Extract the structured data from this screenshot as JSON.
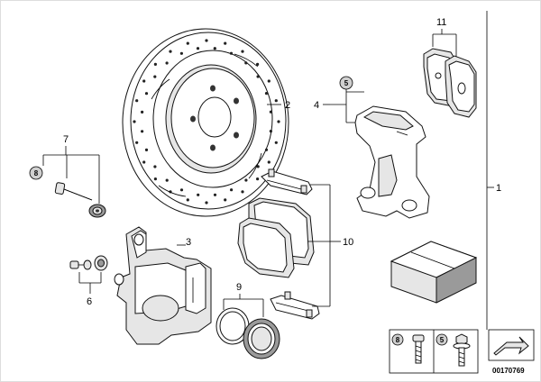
{
  "callouts": {
    "c1": "1",
    "c2": "2",
    "c3": "3",
    "c4": "4",
    "c5_bubble": "5",
    "c6": "6",
    "c7": "7",
    "c8_bubble": "8",
    "c9": "9",
    "c10": "10",
    "c11": "11"
  },
  "legend": {
    "left_number": "8",
    "right_number": "5"
  },
  "reference_number": "00170769"
}
